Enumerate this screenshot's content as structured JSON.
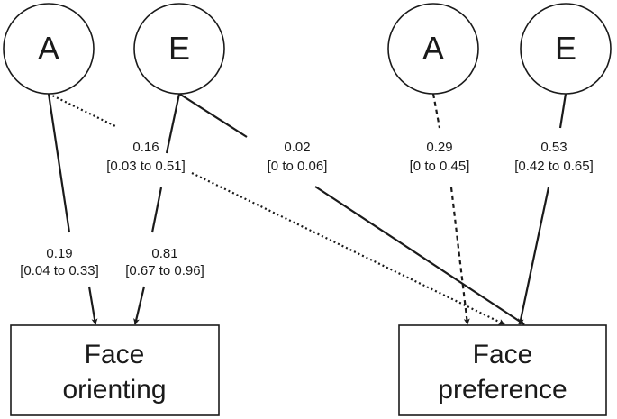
{
  "latent_nodes": {
    "orient_A": {
      "label": "A"
    },
    "orient_E": {
      "label": "E"
    },
    "pref_A": {
      "label": "A"
    },
    "pref_E": {
      "label": "E"
    }
  },
  "observed_nodes": {
    "orienting": {
      "line1": "Face",
      "line2": "orienting"
    },
    "preference": {
      "line1": "Face",
      "line2": "preference"
    }
  },
  "paths": {
    "a_orient": {
      "value": "0.19",
      "ci": "[0.04 to 0.33]",
      "style": "solid"
    },
    "e_orient": {
      "value": "0.81",
      "ci": "[0.67 to 0.96]",
      "style": "solid"
    },
    "a_cross": {
      "value": "0.16",
      "ci": "[0.03 to 0.51]",
      "style": "dotted"
    },
    "e_cross": {
      "value": "0.02",
      "ci": "[0 to 0.06]",
      "style": "solid"
    },
    "a_pref": {
      "value": "0.29",
      "ci": "[0 to 0.45]",
      "style": "dashed"
    },
    "e_pref": {
      "value": "0.53",
      "ci": "[0.42 to 0.65]",
      "style": "solid"
    }
  },
  "colors": {
    "stroke": "#1a1a1a",
    "background": "#ffffff"
  }
}
